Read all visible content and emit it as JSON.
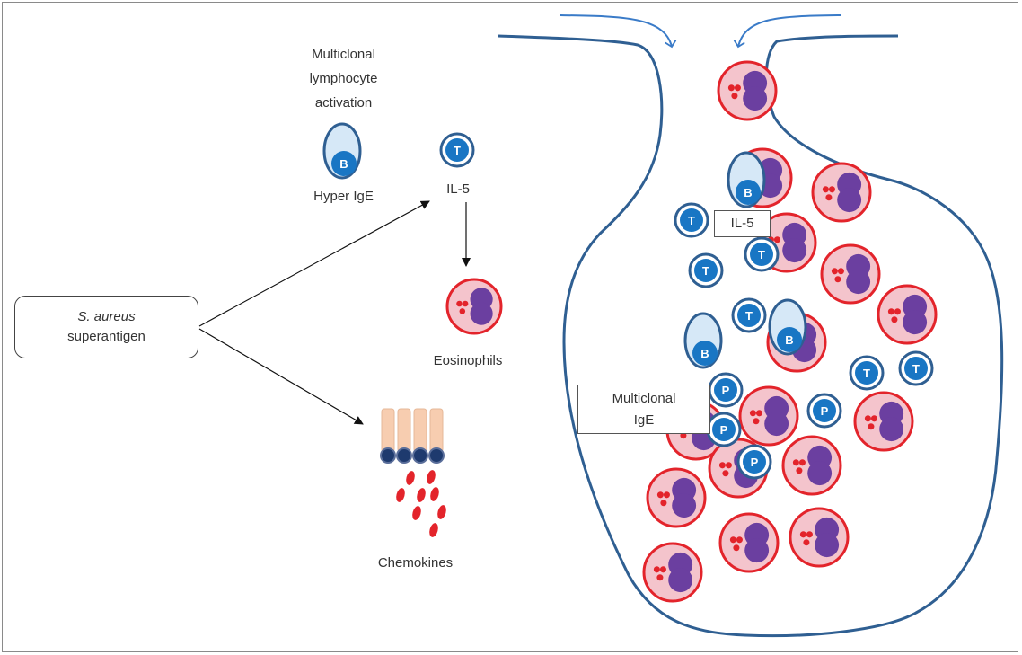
{
  "source_box": {
    "line1": "S. aureus",
    "line2": "superantigen"
  },
  "activation_title": {
    "line1": "Multiclonal",
    "line2": "lymphocyte",
    "line3": "activation"
  },
  "labels": {
    "hyper_ige": "Hyper IgE",
    "il5_left": "IL-5",
    "eosinophils": "Eosinophils",
    "chemokines": "Chemokines",
    "il5_box": "IL-5",
    "multiclonal_ige_line1": "Multiclonal",
    "multiclonal_ige_line2": "IgE"
  },
  "cell_letters": {
    "b_cell": "B",
    "t_cell": "T",
    "plasma_cell": "P"
  },
  "colors": {
    "outline_blue": "#2f5f92",
    "cell_blue": "#1976c4",
    "eosinophil_ring": "#e3242b",
    "eosinophil_fill": "#f4c4cc",
    "nucleus_purple": "#6b3fa0",
    "granule_red": "#e3242b",
    "epithelium_peach": "#f7cdb0",
    "epithelium_nucleus": "#1e3a6e",
    "b_cell_light": "#d6e8f7"
  }
}
